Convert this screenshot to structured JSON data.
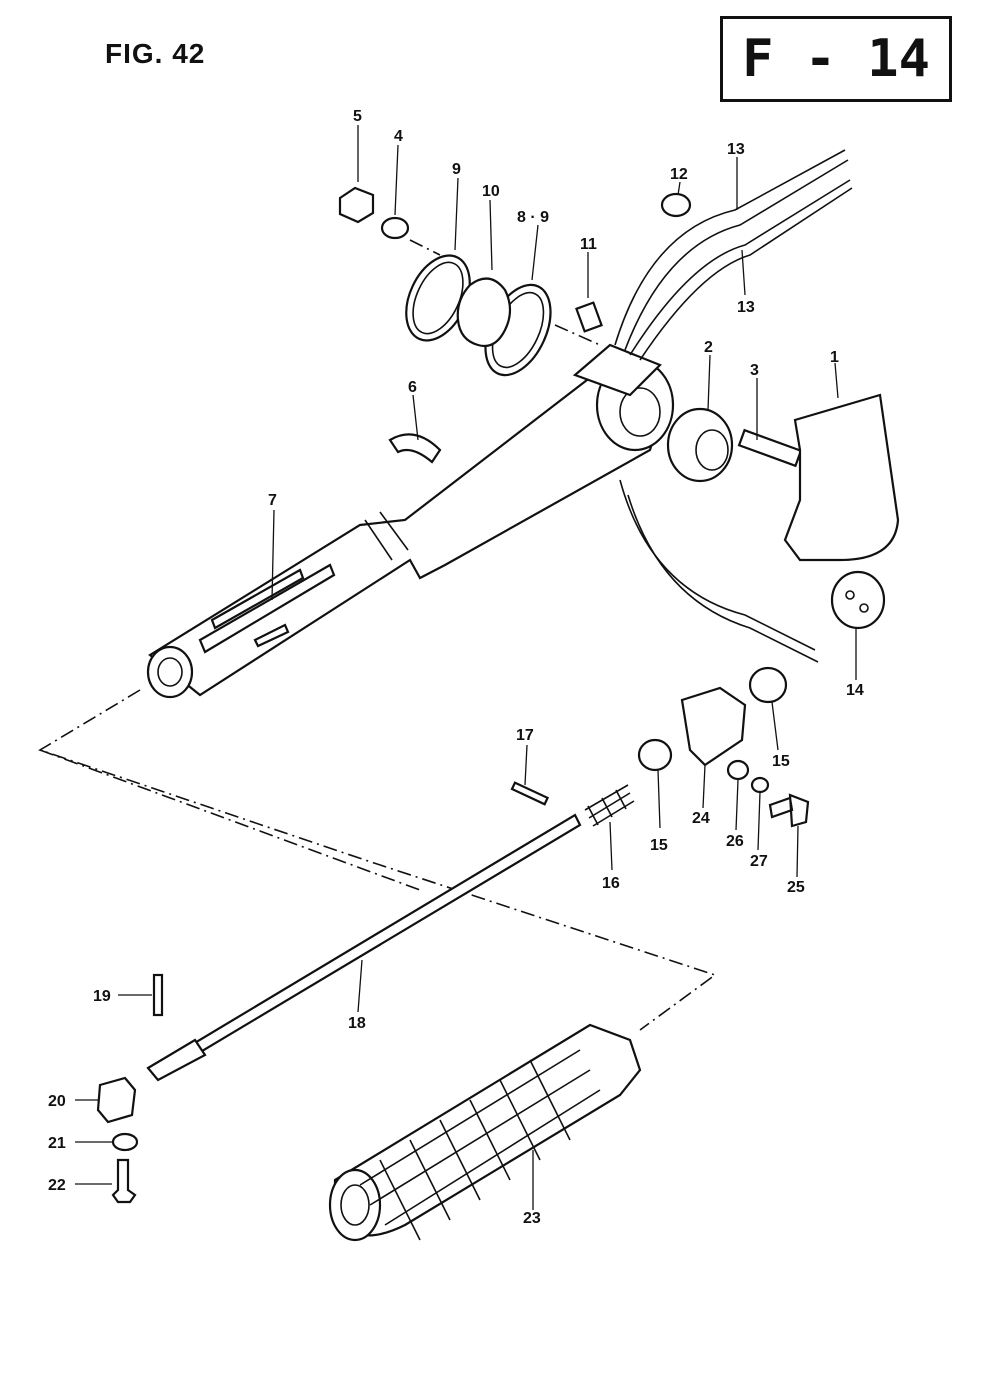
{
  "figure": {
    "label": "FIG. 42",
    "page_code": "F - 14"
  },
  "callouts": {
    "c1": "1",
    "c2": "2",
    "c3": "3",
    "c4": "4",
    "c5": "5",
    "c6": "6",
    "c7": "7",
    "c8_9": "8 · 9",
    "c9": "9",
    "c10": "10",
    "c11": "11",
    "c12": "12",
    "c13a": "13",
    "c13b": "13",
    "c14": "14",
    "c15a": "15",
    "c15b": "15",
    "c16": "16",
    "c17": "17",
    "c18": "18",
    "c19": "19",
    "c20": "20",
    "c21": "21",
    "c22": "22",
    "c23": "23",
    "c24": "24",
    "c25": "25",
    "c26": "26",
    "c27": "27"
  }
}
